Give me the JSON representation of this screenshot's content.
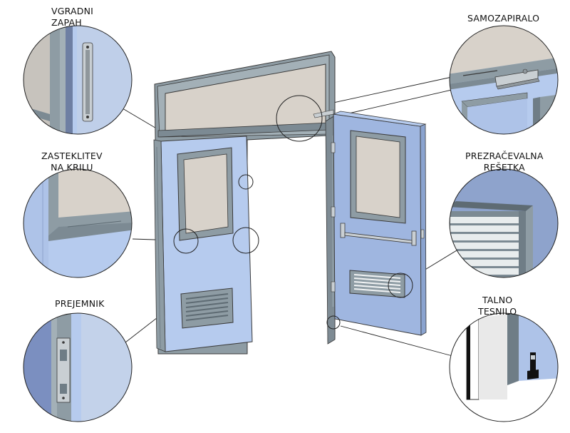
{
  "labels": {
    "vgradni_zapah": [
      "VGRADNI",
      "ZAPAH"
    ],
    "zasteklitev_na_krilu": [
      "ZASTEKLITEV",
      "NA KRILU"
    ],
    "prejemnik": [
      "PREJEMNIK"
    ],
    "samozapiralo": [
      "SAMOZAPIRALO"
    ],
    "prezracevalna_resetka": [
      "PREZRAČEVALNA",
      "REŠETKA"
    ],
    "talno_tesnilo": [
      "TALNO",
      "TESNILO"
    ]
  },
  "colors": {
    "door_panel": "#b6cbee",
    "door_panel_dark": "#97b3de",
    "frame": "#93a1a8",
    "frame_dark": "#6f7d86",
    "glass": "#d9d3cb",
    "detail_bg": "#c3d2ea",
    "outline": "#3a3a3a"
  }
}
